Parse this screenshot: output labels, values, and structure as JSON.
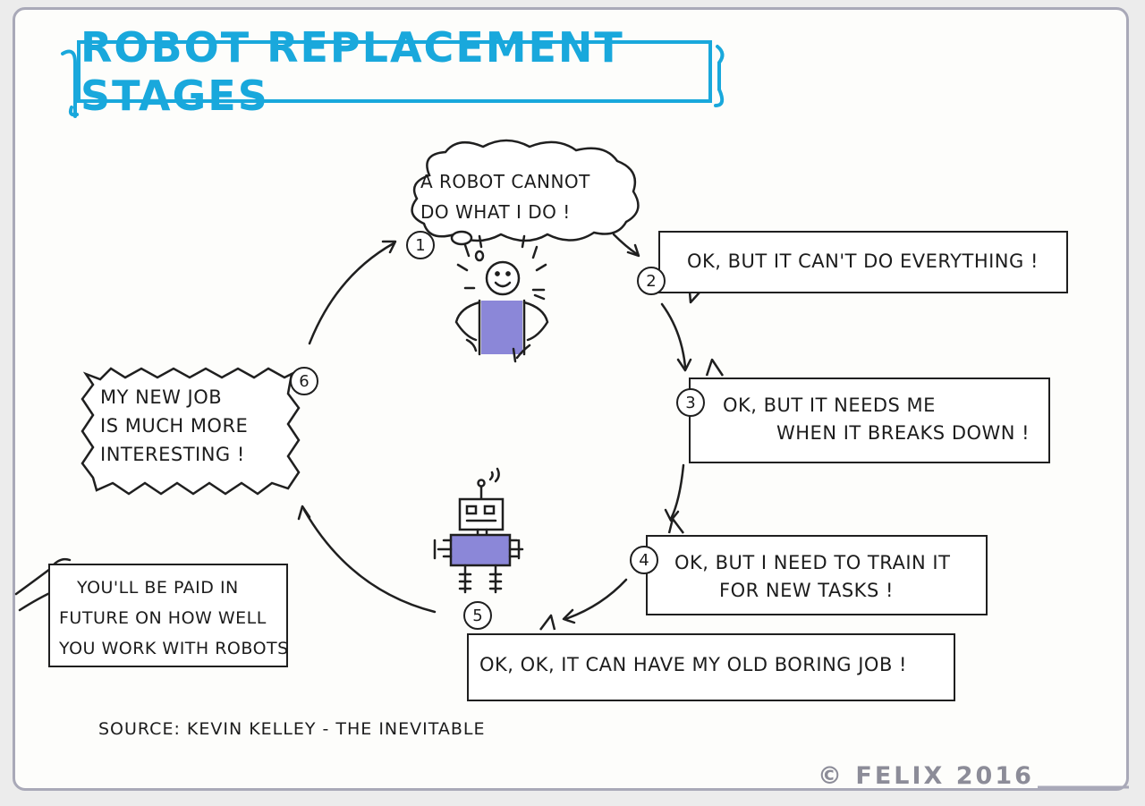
{
  "title": "ROBOT REPLACEMENT STAGES",
  "stages": [
    {
      "number": "1",
      "lines": [
        "A ROBOT CANNOT",
        "DO WHAT I DO !"
      ]
    },
    {
      "number": "2",
      "lines": [
        "OK, BUT IT CAN'T DO EVERYTHING !"
      ]
    },
    {
      "number": "3",
      "lines": [
        "OK, BUT IT NEEDS ME",
        "WHEN IT BREAKS DOWN !"
      ]
    },
    {
      "number": "4",
      "lines": [
        "OK, BUT I NEED TO TRAIN IT",
        "FOR NEW TASKS !"
      ]
    },
    {
      "number": "5",
      "lines": [
        "OK, OK, IT CAN HAVE MY OLD BORING JOB !"
      ]
    },
    {
      "number": "6",
      "lines": [
        "MY NEW JOB",
        "IS MUCH MORE",
        "INTERESTING !"
      ]
    }
  ],
  "note": {
    "lines": [
      "YOU'LL BE PAID IN",
      "FUTURE ON HOW WELL",
      "YOU WORK WITH ROBOTS"
    ]
  },
  "source": "SOURCE: KEVIN KELLEY - THE INEVITABLE",
  "copyright": "© FELIX 2016",
  "colors": {
    "title": "#19a8dc",
    "accent_purple": "#8b87d8",
    "ink": "#1c1c1c",
    "frame": "#a9a9b8"
  },
  "icons": [
    "person-icon",
    "robot-icon",
    "pointing-hand-icon",
    "thought-cloud-icon"
  ]
}
